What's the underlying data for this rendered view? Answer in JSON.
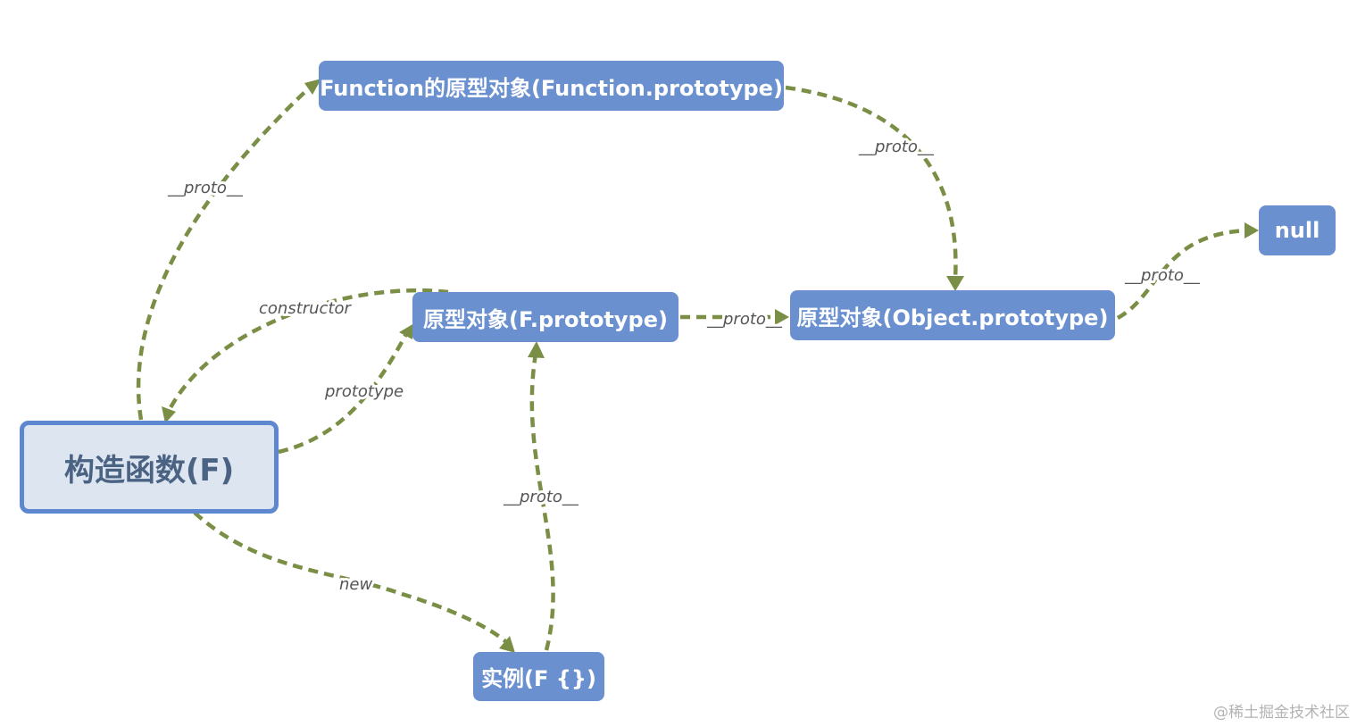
{
  "nodes": {
    "function_prototype": "Function的原型对象(Function.prototype)",
    "f_prototype": "原型对象(F.prototype)",
    "object_prototype": "原型对象(Object.prototype)",
    "null_node": "null",
    "constructor": "构造函数(F)",
    "instance": "实例(F {})"
  },
  "edges": {
    "constructor_to_function_proto": "__proto__",
    "function_proto_to_object_proto": "__proto__",
    "object_proto_to_null": "__proto__",
    "f_proto_constructor": "constructor",
    "constructor_prototype": "prototype",
    "f_proto_to_object_proto": "__proto__",
    "instance_to_f_proto": "__proto__",
    "constructor_new": "new"
  },
  "colors": {
    "edge": "#7a8f45",
    "node_fill": "#6a90d0",
    "main_fill": "#dde5f1",
    "main_border": "#5d87cf",
    "main_text": "#4a6383"
  },
  "watermark": "@稀土掘金技术社区"
}
